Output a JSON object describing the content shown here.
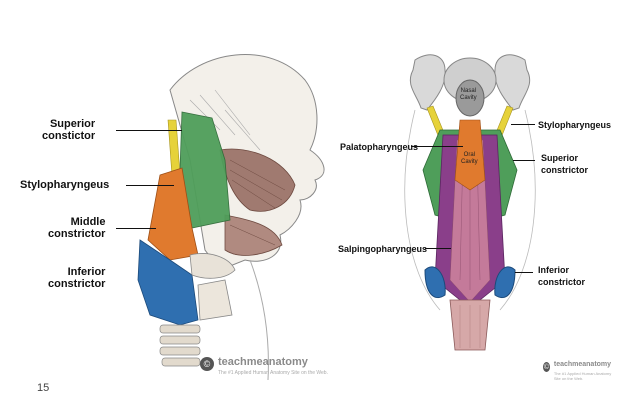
{
  "left_figure": {
    "labels": {
      "superior": "Superior\nconstictor",
      "stylopharyngeus": "Stylopharyngeus",
      "middle": "Middle\nconstrictor",
      "inferior": "Inferior\nconstrictor"
    },
    "watermark": {
      "brand": "teachmeanatomy",
      "tagline": "The #1 Applied Human Anatomy Site on the Web."
    }
  },
  "right_figure": {
    "labels": {
      "stylopharyngeus": "Stylopharyngeus",
      "palatopharyngeus": "Palatopharyngeus",
      "superior": "Superior\nconstrictor",
      "salpingopharyngeus": "Salpingopharyngeus",
      "inferior": "Inferior\nconstrictor",
      "nasal_cavity": "Nasal\nCavity",
      "oral_cavity": "Oral\nCavity"
    },
    "watermark": {
      "brand": "teachmeanatomy",
      "tagline": "The #1 Applied Human Anatomy Site on the Web."
    }
  },
  "page_number": "15",
  "colors": {
    "superior_green": "#4f9e5a",
    "stylo_yellow": "#e6d23a",
    "middle_orange": "#e07a2e",
    "inferior_blue": "#2f6fb0",
    "palato_purple": "#8a3f8a"
  }
}
